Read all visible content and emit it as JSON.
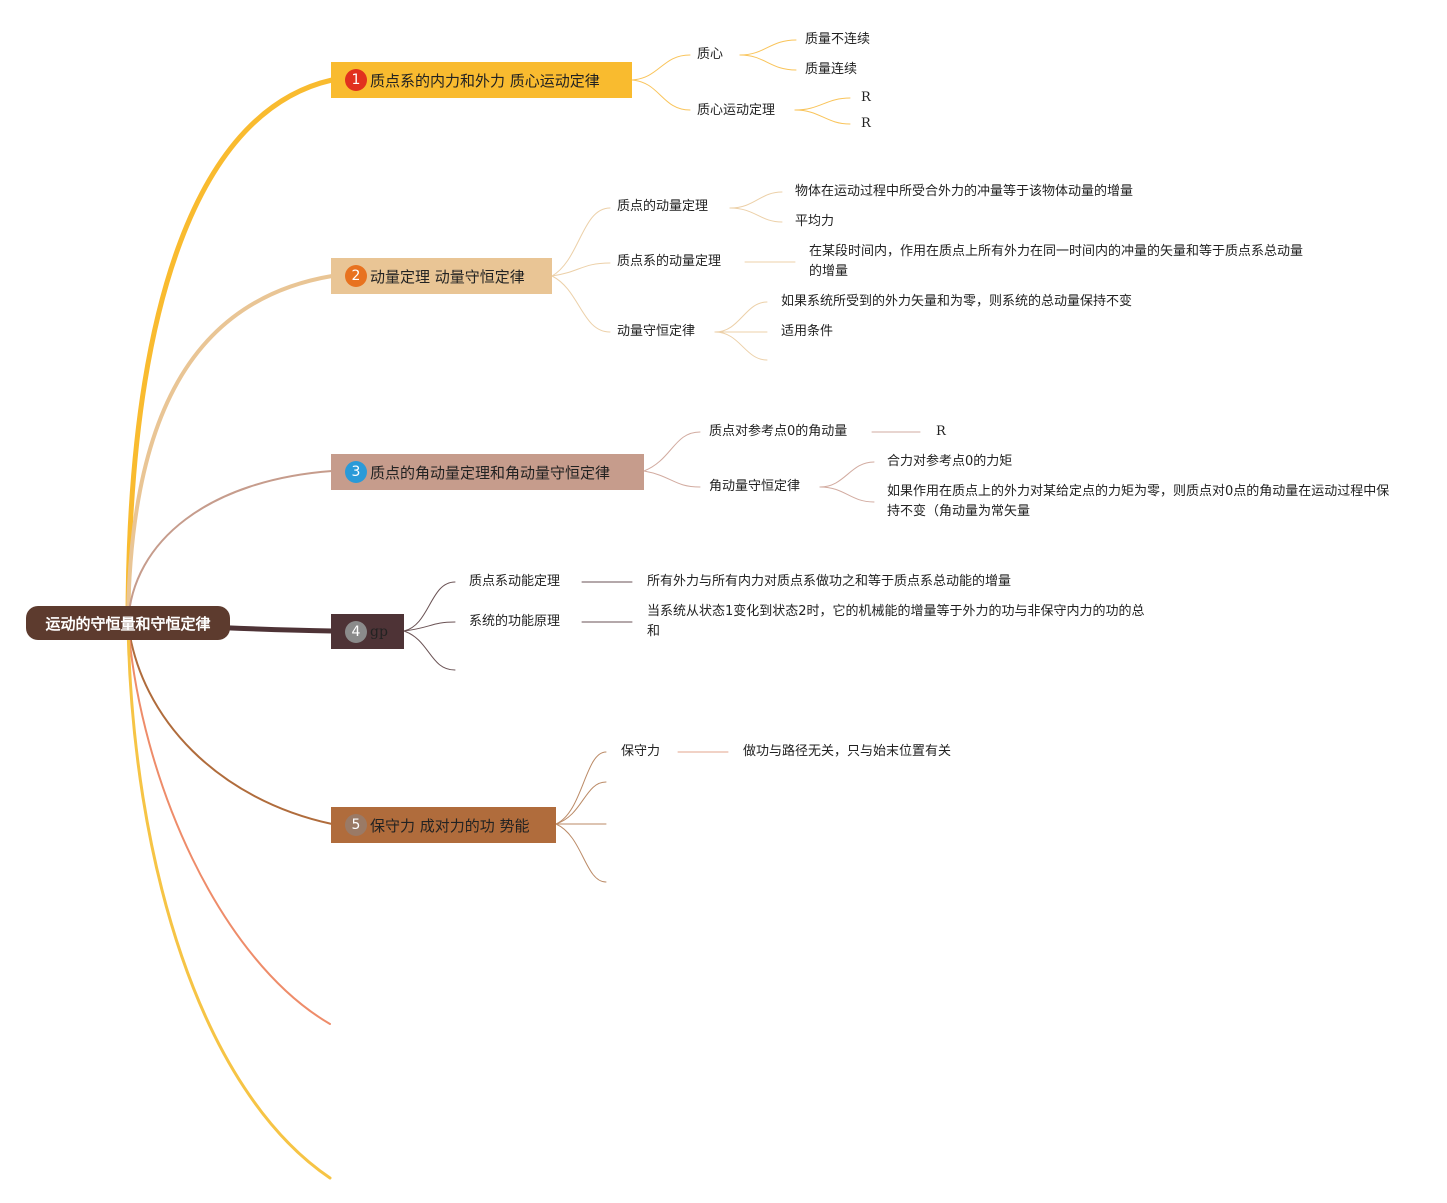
{
  "root": "运动的守恒量和守恒定律",
  "branches": [
    {
      "num": "1",
      "label": "质点系的内力和外力 质心运动定律",
      "fill": "#f9bb2f",
      "badge": "#e1301e",
      "children": [
        {
          "label": "质心",
          "children": [
            "质量不连续",
            "质量连续"
          ]
        },
        {
          "label": "质心运动定理",
          "children": [
            "R",
            "R"
          ]
        }
      ]
    },
    {
      "num": "2",
      "label": "动量定理 动量守恒定律",
      "fill": "#e9c595",
      "badge": "#e8721f",
      "children": [
        {
          "label": "质点的动量定理",
          "children": [
            "物体在运动过程中所受合外力的冲量等于该物体动量的增量",
            "平均力"
          ]
        },
        {
          "label": "质点系的动量定理",
          "children": [
            "在某段时间内，作用在质点上所有外力在同一时间内的冲量的矢量和等于质点系总动量的增量"
          ]
        },
        {
          "label": "动量守恒定律",
          "children": [
            "如果系统所受到的外力矢量和为零，则系统的总动量保持不变",
            "适用条件"
          ]
        }
      ]
    },
    {
      "num": "3",
      "label": "质点的角动量定理和角动量守恒定律",
      "fill": "#c69c8c",
      "badge": "#2a9ad8",
      "children": [
        {
          "label": "质点对参考点0的角动量",
          "children": [
            "R"
          ]
        },
        {
          "label": "角动量守恒定律",
          "children": [
            "合力对参考点0的力矩",
            "如果作用在质点上的外力对某给定点的力矩为零，则质点对0点的角动量在运动过程中保持不变（角动量为常矢量"
          ]
        }
      ]
    },
    {
      "num": "4",
      "label": "gp",
      "fill": "#4e3336",
      "badge": "#8b8b8b",
      "children": [
        {
          "label": "质点系动能定理",
          "children": [
            "所有外力与所有内力对质点系做功之和等于质点系总动能的增量"
          ]
        },
        {
          "label": "系统的功能原理",
          "children": [
            "当系统从状态1变化到状态2时，它的机械能的增量等于外力的功与非保守内力的功的总和"
          ]
        }
      ]
    },
    {
      "num": "5",
      "label": "保守力 成对力的功 势能",
      "fill": "#b06c3c",
      "badge": "#9a7a66",
      "children": [
        {
          "label": "保守力",
          "children": [
            "做功与路径无关，只与始末位置有关"
          ]
        }
      ]
    }
  ]
}
